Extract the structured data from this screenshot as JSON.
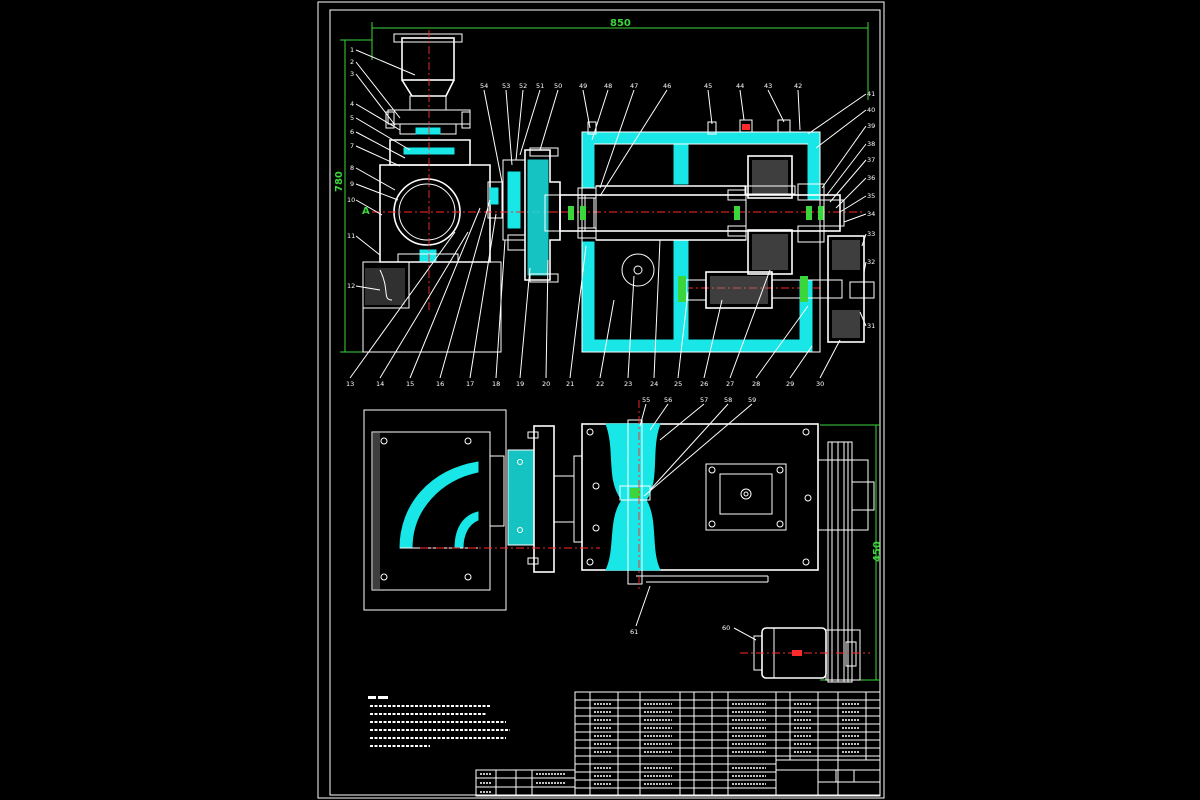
{
  "drawing": {
    "dimension_width": "850",
    "dimension_height": "780",
    "dimension_bottom_height": "450",
    "section_marker": "A",
    "callouts_left": [
      "1",
      "2",
      "3",
      "4",
      "5",
      "6",
      "7",
      "8",
      "9",
      "10",
      "11",
      "12"
    ],
    "callouts_top": [
      "54",
      "53",
      "52",
      "51",
      "50",
      "49",
      "48",
      "47",
      "46",
      "45",
      "44",
      "43",
      "42"
    ],
    "callouts_right": [
      "41",
      "40",
      "39",
      "38",
      "37",
      "36",
      "35",
      "34",
      "33",
      "32",
      "31"
    ],
    "callouts_bottom": [
      "13",
      "14",
      "15",
      "16",
      "17",
      "18",
      "19",
      "20",
      "21",
      "22",
      "23",
      "24",
      "25",
      "26",
      "27",
      "28",
      "29",
      "30"
    ],
    "callouts_plan": [
      "55",
      "56",
      "57",
      "58",
      "59",
      "60",
      "61"
    ]
  },
  "colors": {
    "line": "#ffffff",
    "section_fill": "#19e6e6",
    "dimension": "#3bd63b",
    "centerline": "#ff2a2a",
    "hidden": "#4b6dff"
  }
}
